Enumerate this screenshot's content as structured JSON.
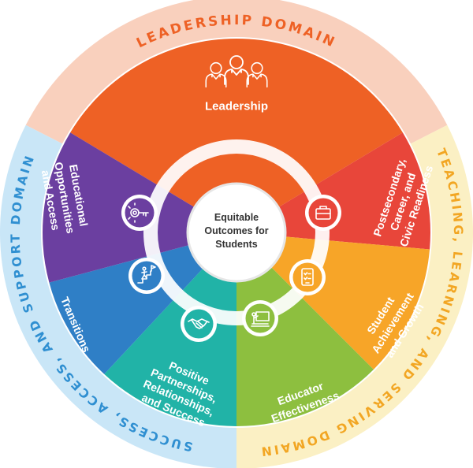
{
  "domains": {
    "leadership": "LEADERSHIP DOMAIN",
    "success": "SUCCESS, ACCESS, AND SUPPORT DOMAIN",
    "teaching": "TEACHING, LEARNING, AND SERVING DOMAIN"
  },
  "center": {
    "lines": [
      "Equitable",
      "Outcomes for",
      "Students"
    ]
  },
  "segments": [
    {
      "id": "leadership",
      "lines": [
        "Leadership"
      ],
      "color": "#ee6125",
      "icon": "team-icon"
    },
    {
      "id": "postsecondary",
      "lines": [
        "Postsecondary,",
        "Career, and",
        "Civic Readiness"
      ],
      "color": "#e8463a",
      "icon": "briefcase-icon"
    },
    {
      "id": "achievement",
      "lines": [
        "Student",
        "Achievement",
        "and Growth"
      ],
      "color": "#f7a528",
      "icon": "tablet-checklist-icon"
    },
    {
      "id": "educator",
      "lines": [
        "Educator",
        "Effectiveness"
      ],
      "color": "#8dbf3f",
      "icon": "teacher-board-icon"
    },
    {
      "id": "partnerships",
      "lines": [
        "Positive",
        "Partnerships,",
        "Relationships,",
        "and Success"
      ],
      "color": "#21b3a7",
      "icon": "handshake-icon"
    },
    {
      "id": "transitions",
      "lines": [
        "Transitions"
      ],
      "color": "#2f7fc6",
      "icon": "stairs-flag-icon"
    },
    {
      "id": "educational",
      "lines": [
        "Educational",
        "Opportunities",
        "and Access"
      ],
      "color": "#6b3fa0",
      "icon": "key-icon"
    }
  ],
  "colors": {
    "leadership_band": "#f9d0bd",
    "success_band": "#c9e6f7",
    "teaching_band": "#fbf0c4",
    "leadership_text": "#ee6125",
    "success_text": "#2f8fd1",
    "teaching_text": "#f2a623"
  }
}
